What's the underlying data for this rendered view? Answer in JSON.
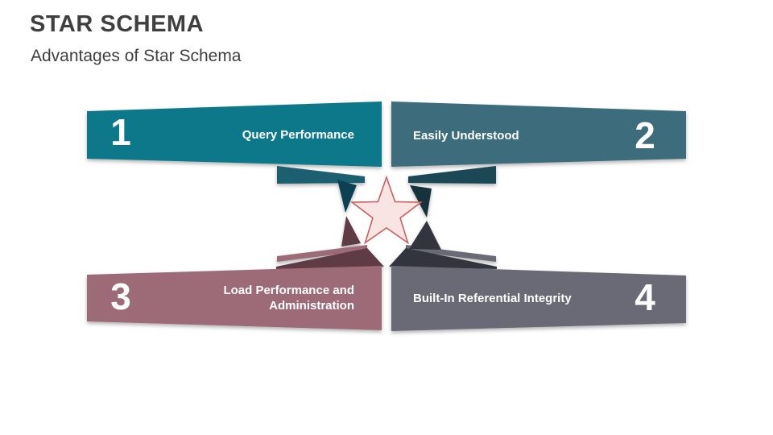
{
  "slide": {
    "title": "STAR SCHEMA",
    "subtitle": "Advantages of Star Schema"
  },
  "items": [
    {
      "number": "1",
      "label": "Query Performance"
    },
    {
      "number": "2",
      "label": "Easily Understood"
    },
    {
      "number": "3",
      "label": "Load Performance and Administration"
    },
    {
      "number": "4",
      "label": "Built-In Referential Integrity"
    }
  ],
  "colors": {
    "background": "#ffffff",
    "title_text": "#3f3f3f",
    "label_text": "#ffffff",
    "teal": "#117889",
    "teal_mid": "#1a5e6f",
    "teal_dark": "#0d4052",
    "steel": "#3c6c7d",
    "steel_mid": "#1d4755",
    "steel_dark": "#15303d",
    "mauve": "#9d6b77",
    "mauve_dark": "#5e3a44",
    "gray": "#696a75",
    "gray_dark": "#33353e",
    "star_fill": "#f8e4e3",
    "star_stroke": "#ce5e5b"
  }
}
